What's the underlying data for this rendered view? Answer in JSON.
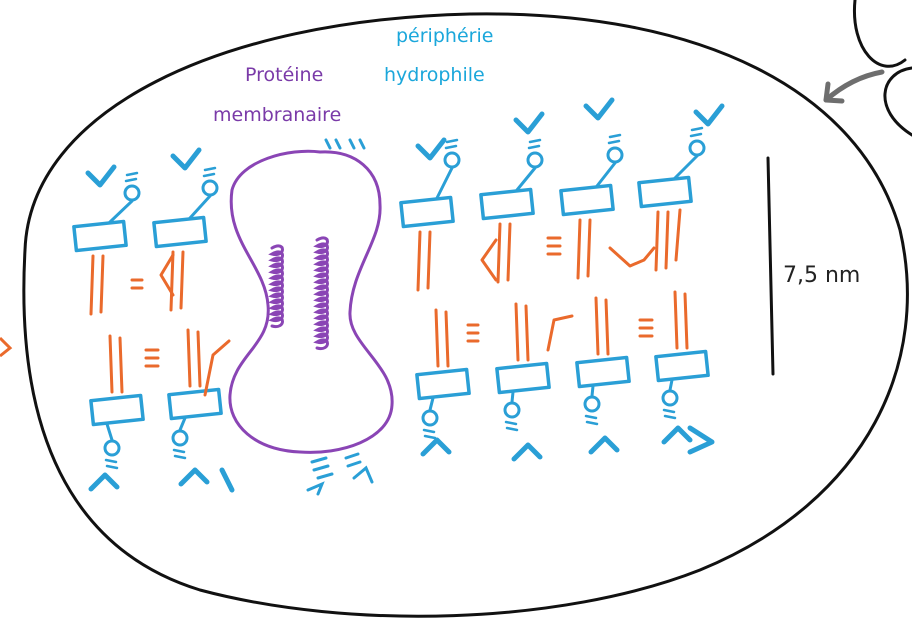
{
  "labels": {
    "protein_line1": "Protéine",
    "protein_line2": "membranaire",
    "periphery_line1": "périphérie",
    "periphery_line2": "hydrophile",
    "scale": "7,5 nm"
  },
  "colors": {
    "outline": "#111111",
    "head": "#2a9fd6",
    "tail": "#ea6a2c",
    "protein": "#8a45b5",
    "periphery_text": "#1ba7db",
    "protein_text": "#7a3aa8"
  }
}
